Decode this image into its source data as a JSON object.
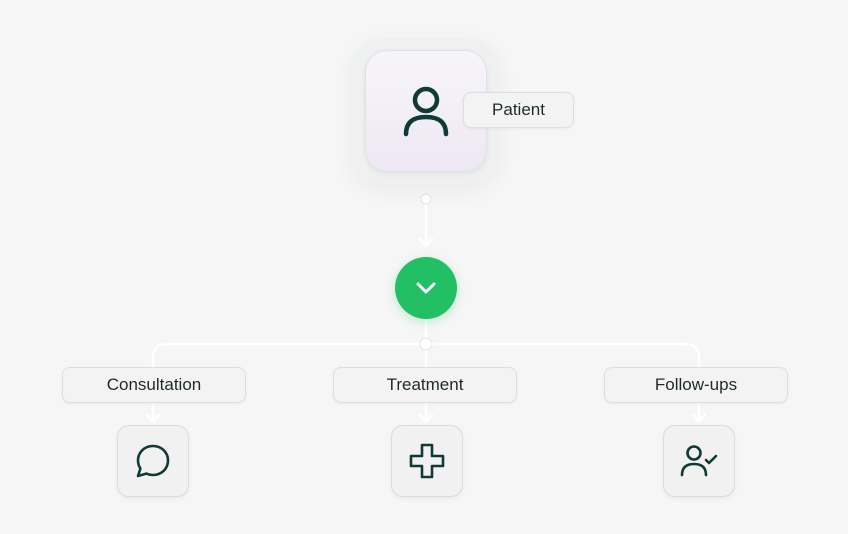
{
  "diagram": {
    "root": {
      "label": "Patient",
      "icon": "user-icon"
    },
    "toggle": {
      "icon": "chevron-down-icon",
      "color": "#22bf64"
    },
    "branches": [
      {
        "label": "Consultation",
        "icon": "chat-bubble-icon"
      },
      {
        "label": "Treatment",
        "icon": "medical-cross-icon"
      },
      {
        "label": "Follow-ups",
        "icon": "user-check-icon"
      }
    ],
    "colors": {
      "background": "#f6f6f6",
      "icon_stroke": "#0f3a35",
      "connector": "#ffffff"
    }
  }
}
